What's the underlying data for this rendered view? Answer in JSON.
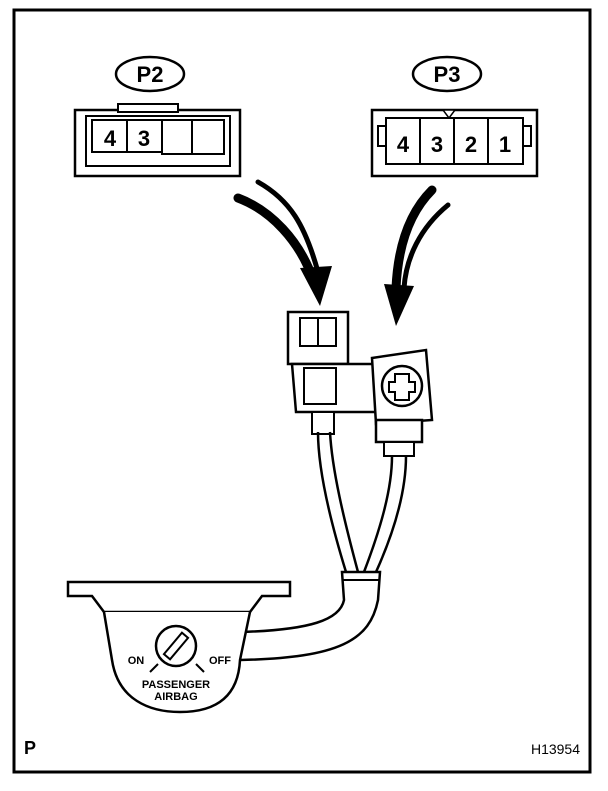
{
  "connectors": {
    "p2": {
      "label": "P2",
      "pins": [
        "4",
        "3"
      ]
    },
    "p3": {
      "label": "P3",
      "pins": [
        "4",
        "3",
        "2",
        "1"
      ]
    }
  },
  "switch": {
    "on_label": "ON",
    "off_label": "OFF",
    "name_line1": "PASSENGER",
    "name_line2": "AIRBAG"
  },
  "footer": {
    "left_code": "P",
    "figure_id": "H13954"
  },
  "colors": {
    "ink": "#000000",
    "paper": "#ffffff"
  }
}
